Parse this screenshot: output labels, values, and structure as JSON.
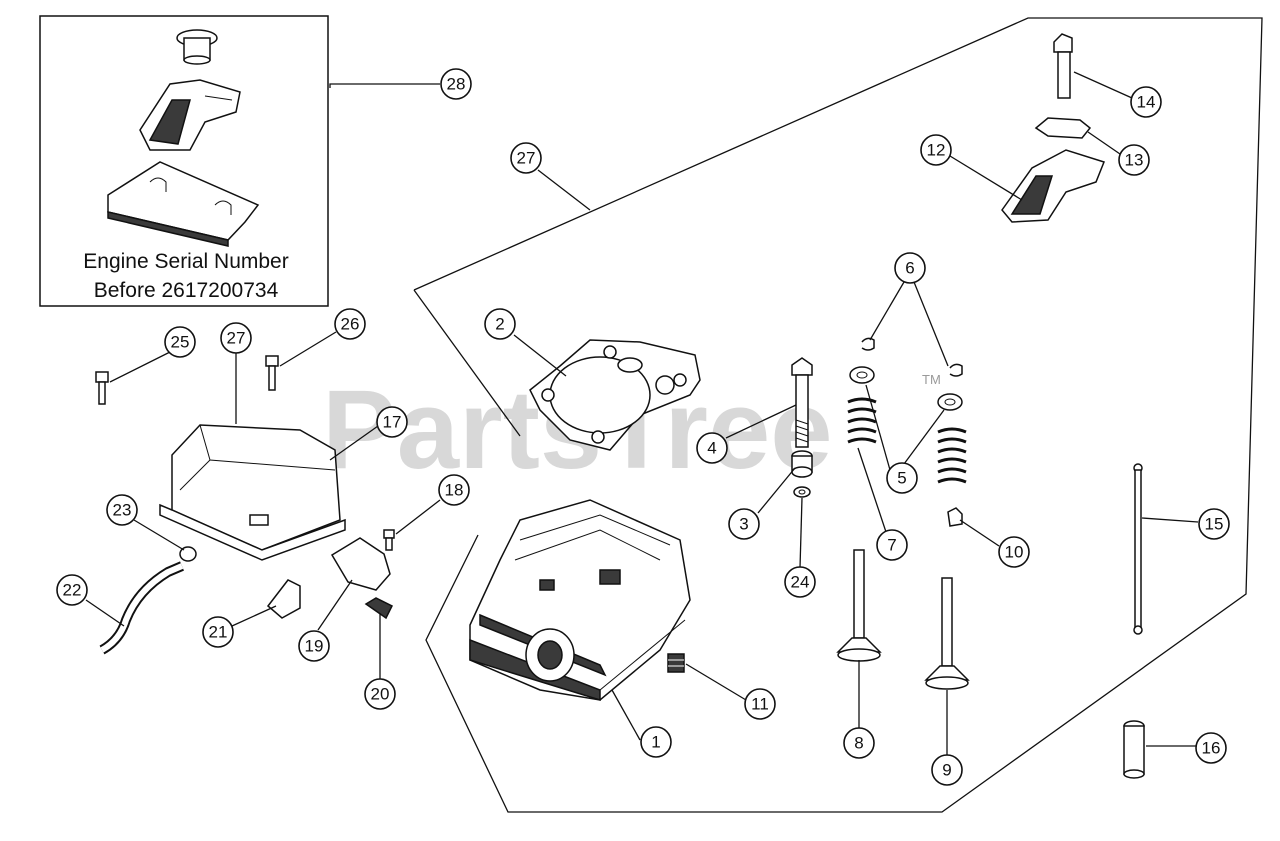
{
  "watermark": {
    "text": "PartsTree",
    "trademark": "TM"
  },
  "inset": {
    "line1": "Engine Serial Number",
    "line2": "Before 2617200734"
  },
  "callouts": {
    "c1": "1",
    "c2": "2",
    "c3": "3",
    "c4": "4",
    "c5": "5",
    "c6": "6",
    "c7": "7",
    "c8": "8",
    "c9": "9",
    "c10": "10",
    "c11": "11",
    "c12": "12",
    "c13": "13",
    "c14": "14",
    "c15": "15",
    "c16": "16",
    "c17": "17",
    "c18": "18",
    "c19": "19",
    "c20": "20",
    "c21": "21",
    "c22": "22",
    "c23": "23",
    "c24": "24",
    "c25": "25",
    "c26": "26",
    "c27a": "27",
    "c27b": "27",
    "c28": "28"
  }
}
